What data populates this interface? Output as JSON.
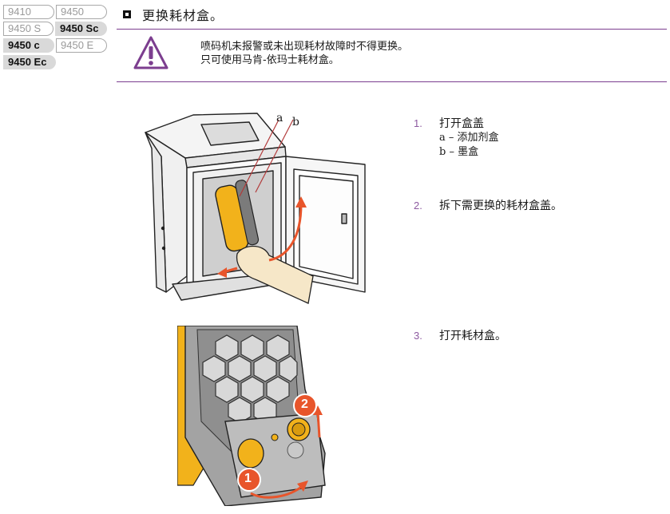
{
  "models": [
    [
      {
        "label": "9410",
        "active": false
      },
      {
        "label": "9450",
        "active": false
      }
    ],
    [
      {
        "label": "9450 S",
        "active": false
      },
      {
        "label": "9450 Sc",
        "active": true
      }
    ],
    [
      {
        "label": "9450 c",
        "active": true
      },
      {
        "label": "9450 E",
        "active": false
      }
    ],
    [
      {
        "label": "9450 Ec",
        "active": true
      }
    ]
  ],
  "heading": "更换耗材盒。",
  "warning": {
    "line1": "喷码机未报警或未出现耗材故障时不得更换。",
    "line2": "只可使用马肯-依玛士耗材盒。"
  },
  "callouts": {
    "a": "a",
    "b": "b",
    "circle1": "1",
    "circle2": "2"
  },
  "steps": [
    {
      "num": "1.",
      "text": "打开盒盖",
      "subs": [
        "a – 添加剂盒",
        "b – 墨盒"
      ]
    },
    {
      "num": "2.",
      "text": "拆下需更换的耗材盒盖。",
      "subs": []
    },
    {
      "num": "3.",
      "text": "打开耗材盒。",
      "subs": []
    }
  ],
  "colors": {
    "accent": "#7c3e8f",
    "cartridge": "#f2b21b",
    "arrow": "#e8552b"
  }
}
